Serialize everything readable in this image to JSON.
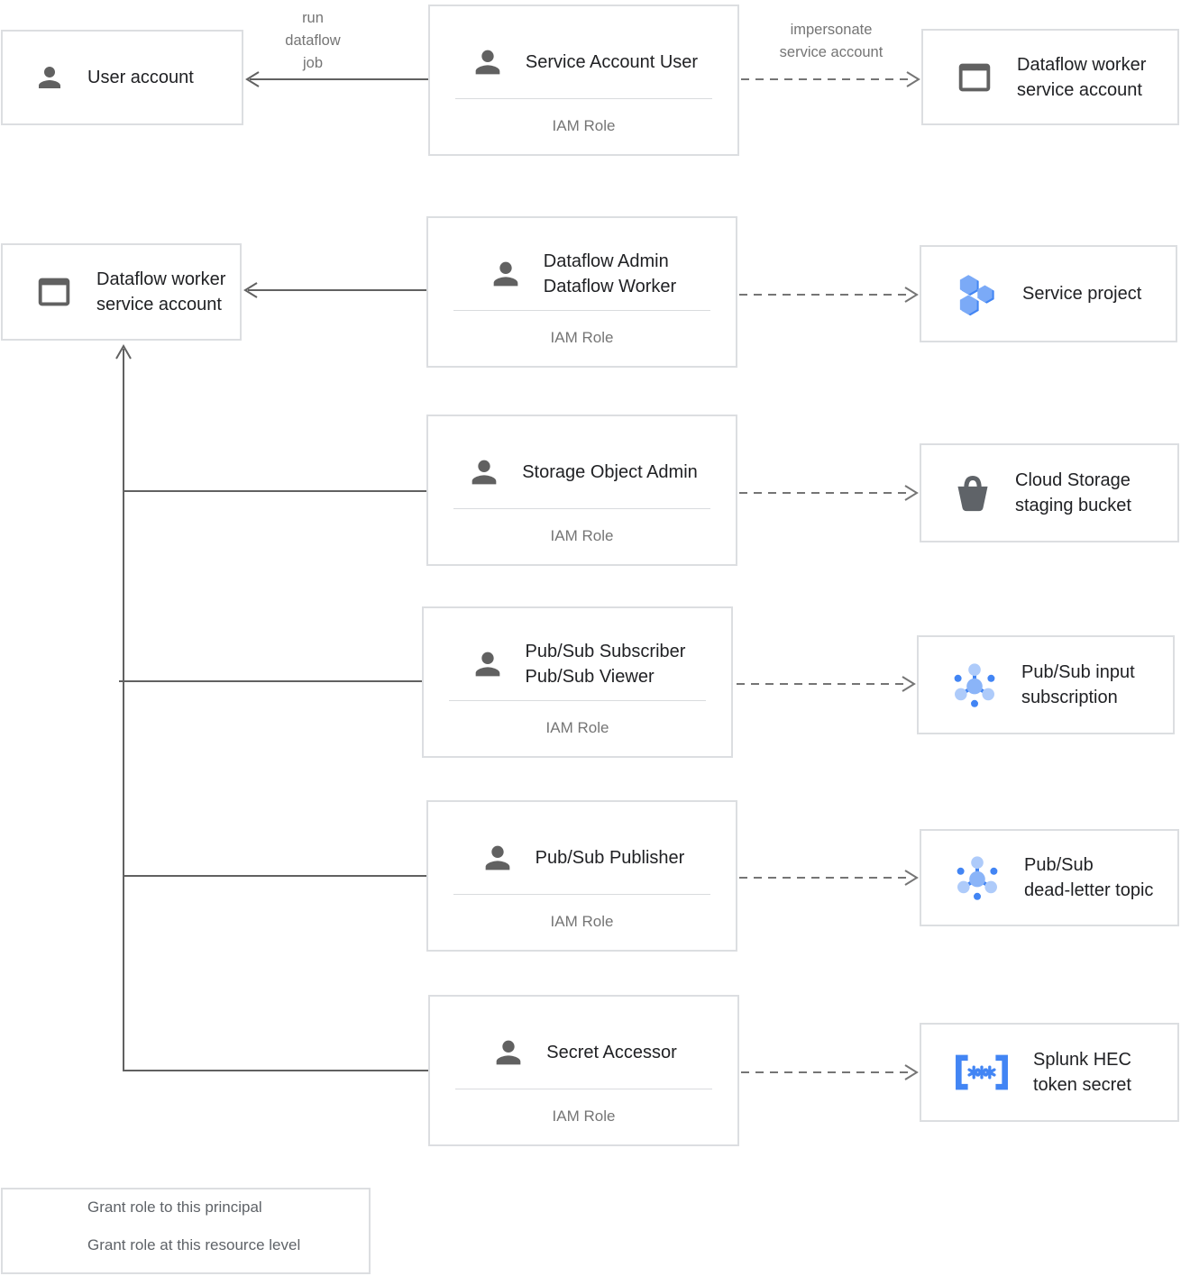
{
  "nodes": {
    "user_account": {
      "label": "User account",
      "icon": "person-icon"
    },
    "sa_user": {
      "title": "Service Account User",
      "subtitle": "IAM Role",
      "icon": "person-icon"
    },
    "dfw_sa_top": {
      "label": "Dataflow worker\nservice account",
      "icon": "service-account-icon"
    },
    "dfw_sa_left": {
      "label": "Dataflow worker\nservice account",
      "icon": "service-account-icon"
    },
    "df_admin": {
      "title": "Dataflow Admin\nDataflow Worker",
      "subtitle": "IAM Role",
      "icon": "person-icon"
    },
    "service_project": {
      "label": "Service project",
      "icon": "project-hexagons-icon"
    },
    "storage_admin": {
      "title": "Storage Object Admin",
      "subtitle": "IAM Role",
      "icon": "person-icon"
    },
    "gcs_bucket": {
      "label": "Cloud Storage\nstaging bucket",
      "icon": "storage-bucket-icon"
    },
    "pubsub_subscriber": {
      "title": "Pub/Sub Subscriber\nPub/Sub Viewer",
      "subtitle": "IAM Role",
      "icon": "person-icon"
    },
    "pubsub_input": {
      "label": "Pub/Sub input\nsubscription",
      "icon": "pubsub-icon"
    },
    "pubsub_publisher": {
      "title": "Pub/Sub Publisher",
      "subtitle": "IAM Role",
      "icon": "person-icon"
    },
    "deadletter_topic": {
      "label": "Pub/Sub\ndead-letter topic",
      "icon": "pubsub-icon"
    },
    "secret_accessor": {
      "title": "Secret Accessor",
      "subtitle": "IAM Role",
      "icon": "person-icon"
    },
    "splunk_secret": {
      "label": "Splunk HEC\ntoken secret",
      "icon": "secret-icon"
    }
  },
  "edges": {
    "run_dataflow_job": "run\ndataflow\njob",
    "impersonate": "impersonate\nservice account"
  },
  "legend": {
    "solid": "Grant role to this principal",
    "dashed": "Grant role at this resource level"
  },
  "colors": {
    "line": "#616161",
    "dashed_line": "#757575",
    "text": "#202124",
    "muted_text": "#757575",
    "box_border": "#dcdee1",
    "icon_gray": "#616161",
    "blue": "#4285f4",
    "blue_mid": "#8ab4f8",
    "blue_light": "#aecbfa"
  }
}
